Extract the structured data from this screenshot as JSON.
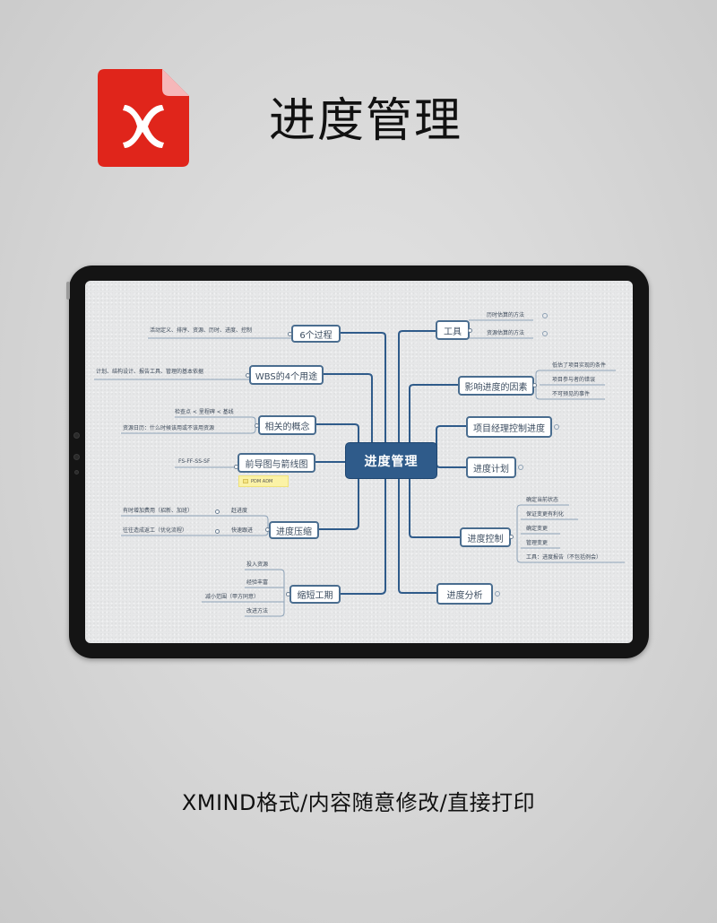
{
  "header": {
    "app_icon": "xmind-file-icon",
    "icon_letter": "X",
    "title": "进度管理",
    "brand_color": "#e0251b"
  },
  "mindmap": {
    "central_topic": "进度管理",
    "left_branches": [
      {
        "label": "6个过程",
        "children": [
          "活动定义、排序、资源、历时、进度、控制"
        ]
      },
      {
        "label": "WBS的4个用途",
        "children": [
          "计划、结构设计、报告工具、管理的基本依据"
        ]
      },
      {
        "label": "相关的概念",
        "children": [
          "检查点 < 里程碑 < 基线",
          "资源日历：什么时候该用或不该用资源"
        ]
      },
      {
        "label": "前导图与箭线图",
        "children": [
          "FS-FF-SS-SF"
        ],
        "note": "PDM ADM"
      },
      {
        "label": "进度压缩",
        "children": [
          {
            "text": "有时增加费用（招新、加班）",
            "tag": "赶进度"
          },
          {
            "text": "往往造成返工（优化流程）",
            "tag": "快速跟进"
          }
        ]
      },
      {
        "label": "缩短工期",
        "children": [
          "投入资源",
          "经验丰富",
          "减小范围（甲方同意）",
          "改进方法"
        ]
      }
    ],
    "right_branches": [
      {
        "label": "工具",
        "children": [
          "历时估算的方法",
          "资源估算的方法"
        ]
      },
      {
        "label": "影响进度的因素",
        "children": [
          "低估了项目实现的条件",
          "项目参与者的错误",
          "不可预见的事件"
        ]
      },
      {
        "label": "项目经理控制进度",
        "children": []
      },
      {
        "label": "进度计划",
        "children": []
      },
      {
        "label": "进度控制",
        "children": [
          "确定当前状态",
          "保证变更有利化",
          "确定变更",
          "管理变更",
          "工具：进度报告（不包括例会）"
        ]
      },
      {
        "label": "进度分析",
        "children": []
      }
    ],
    "colors": {
      "central_fill": "#2f5b8a",
      "branch_line": "#2f5b8a",
      "topic_border": "#4a6d8f",
      "leaf_line": "#8ea3b8"
    }
  },
  "footer": {
    "tagline": "XMIND格式/内容随意修改/直接打印"
  }
}
